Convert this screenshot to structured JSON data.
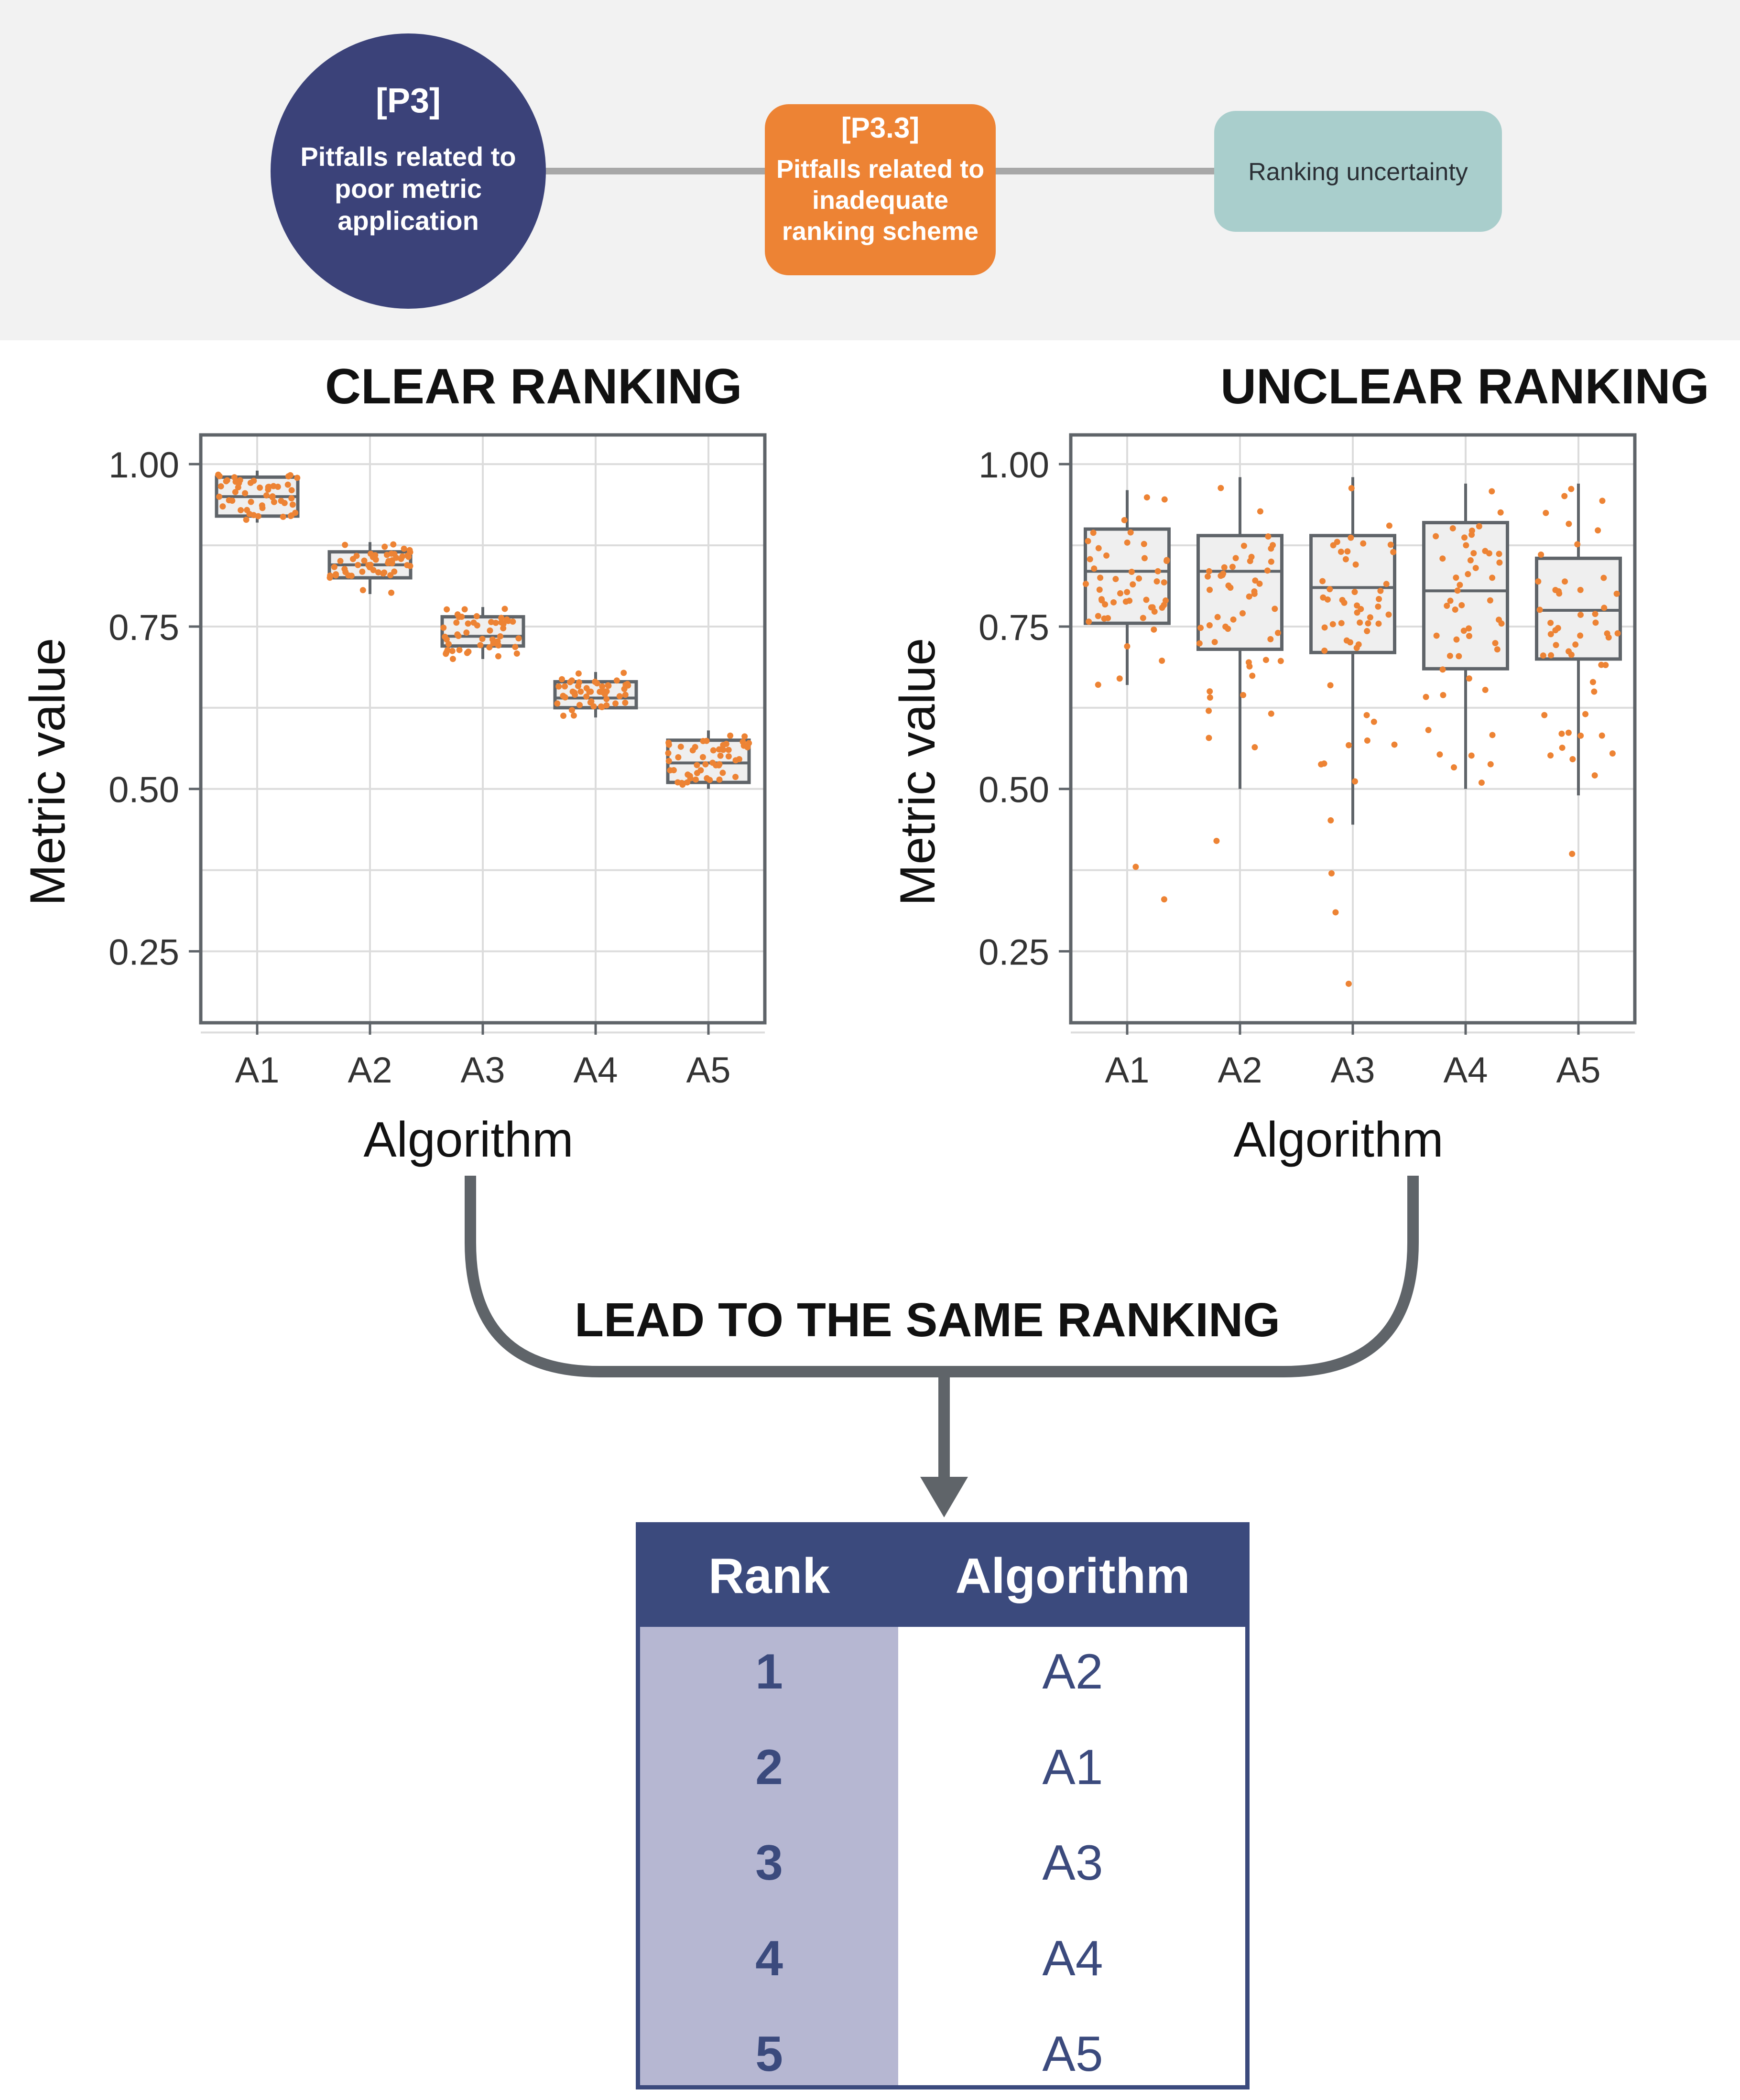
{
  "header": {
    "p3": {
      "code": "[P3]",
      "text_lines": [
        "Pitfalls related to",
        "poor metric",
        "application"
      ]
    },
    "p33": {
      "code": "[P3.3]",
      "text_lines": [
        "Pitfalls related to",
        "inadequate",
        "ranking scheme"
      ]
    },
    "leaf": "Ranking uncertainty",
    "colors": {
      "p3": "#3b4279",
      "p33": "#ed8334",
      "leaf": "#a9cecc",
      "connector": "#a8a8a8"
    }
  },
  "flow": {
    "label": "LEAD TO THE SAME RANKING",
    "color": "#5f6469"
  },
  "chart_data": [
    {
      "type": "box",
      "title": "CLEAR RANKING",
      "xlabel": "Algorithm",
      "ylabel": "Metric value",
      "categories": [
        "A1",
        "A2",
        "A3",
        "A4",
        "A5"
      ],
      "yticks": [
        "1.00",
        "0.75",
        "0.50",
        "0.25"
      ],
      "ylim": [
        0.14,
        1.045
      ],
      "grid": true,
      "boxes": [
        {
          "q1": 0.92,
          "median": 0.95,
          "q3": 0.98,
          "whisker_low": 0.91,
          "whisker_high": 0.99
        },
        {
          "q1": 0.825,
          "median": 0.845,
          "q3": 0.865,
          "whisker_low": 0.8,
          "whisker_high": 0.88
        },
        {
          "q1": 0.72,
          "median": 0.735,
          "q3": 0.765,
          "whisker_low": 0.7,
          "whisker_high": 0.78
        },
        {
          "q1": 0.625,
          "median": 0.64,
          "q3": 0.665,
          "whisker_low": 0.61,
          "whisker_high": 0.68
        },
        {
          "q1": 0.51,
          "median": 0.54,
          "q3": 0.575,
          "whisker_low": 0.5,
          "whisker_high": 0.59
        }
      ],
      "points_per_box": 50,
      "box_fill": "#efefef",
      "point_color": "#ed8334"
    },
    {
      "type": "box",
      "title": "UNCLEAR RANKING",
      "xlabel": "Algorithm",
      "ylabel": "Metric value",
      "categories": [
        "A1",
        "A2",
        "A3",
        "A4",
        "A5"
      ],
      "yticks": [
        "1.00",
        "0.75",
        "0.50",
        "0.25"
      ],
      "ylim": [
        0.14,
        1.045
      ],
      "grid": true,
      "boxes": [
        {
          "q1": 0.755,
          "median": 0.835,
          "q3": 0.9,
          "whisker_low": 0.66,
          "whisker_high": 0.96
        },
        {
          "q1": 0.715,
          "median": 0.835,
          "q3": 0.89,
          "whisker_low": 0.5,
          "whisker_high": 0.98
        },
        {
          "q1": 0.71,
          "median": 0.81,
          "q3": 0.89,
          "whisker_low": 0.445,
          "whisker_high": 0.98
        },
        {
          "q1": 0.685,
          "median": 0.805,
          "q3": 0.91,
          "whisker_low": 0.5,
          "whisker_high": 0.97
        },
        {
          "q1": 0.7,
          "median": 0.775,
          "q3": 0.855,
          "whisker_low": 0.49,
          "whisker_high": 0.97
        }
      ],
      "outliers": [
        [
          0.38,
          0.33
        ],
        [
          0.42
        ],
        [
          0.31,
          0.2,
          0.37
        ],
        [],
        [
          0.4
        ]
      ],
      "points_per_box": 50,
      "box_fill": "#efefef",
      "point_color": "#ed8334"
    }
  ],
  "ranking_table": {
    "headers": [
      "Rank",
      "Algorithm"
    ],
    "rows": [
      {
        "rank": "1",
        "algorithm": "A2"
      },
      {
        "rank": "2",
        "algorithm": "A1"
      },
      {
        "rank": "3",
        "algorithm": "A3"
      },
      {
        "rank": "4",
        "algorithm": "A4"
      },
      {
        "rank": "5",
        "algorithm": "A5"
      }
    ]
  }
}
